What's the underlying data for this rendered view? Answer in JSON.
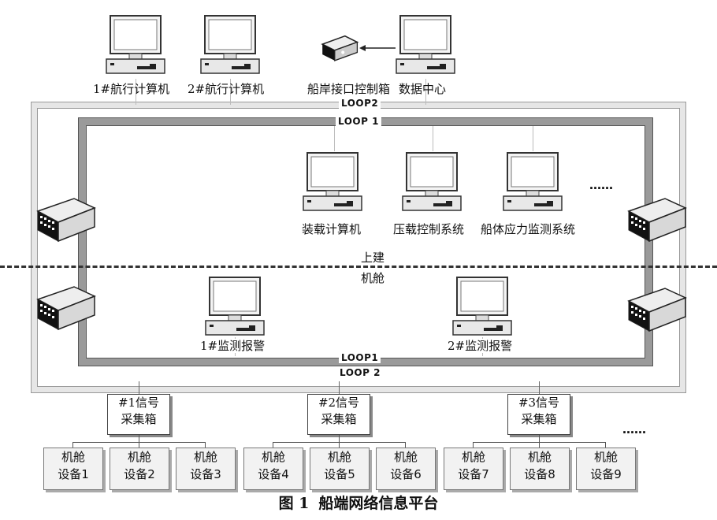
{
  "top_computers": {
    "nav1": "1#航行计算机",
    "nav2": "2#航行计算机",
    "interface": "船岸接口控制箱",
    "data_center": "数据中心"
  },
  "loops": {
    "outer_top": "LOOP2",
    "inner_top": "LOOP 1",
    "inner_bottom": "LOOP1",
    "outer_bottom": "LOOP 2"
  },
  "upper_systems": {
    "loading": "装载计算机",
    "ballast": "压载控制系统",
    "hull_stress": "船体应力监测系统",
    "ellipsis": "……"
  },
  "zones": {
    "upper": "上建",
    "engine_room": "机舱"
  },
  "alarms": {
    "alarm1": "1#监测报警",
    "alarm2": "2#监测报警"
  },
  "signal_boxes": [
    {
      "line1": "#1信号",
      "line2": "采集箱"
    },
    {
      "line1": "#2信号",
      "line2": "采集箱"
    },
    {
      "line1": "#3信号",
      "line2": "采集箱"
    }
  ],
  "signal_ellipsis": "……",
  "devices": [
    {
      "line1": "机舱",
      "line2": "设备1"
    },
    {
      "line1": "机舱",
      "line2": "设备2"
    },
    {
      "line1": "机舱",
      "line2": "设备3"
    },
    {
      "line1": "机舱",
      "line2": "设备4"
    },
    {
      "line1": "机舱",
      "line2": "设备5"
    },
    {
      "line1": "机舱",
      "line2": "设备6"
    },
    {
      "line1": "机舱",
      "line2": "设备7"
    },
    {
      "line1": "机舱",
      "line2": "设备8"
    },
    {
      "line1": "机舱",
      "line2": "设备9"
    }
  ],
  "caption": {
    "figure": "图 1",
    "title": "船端网络信息平台"
  }
}
